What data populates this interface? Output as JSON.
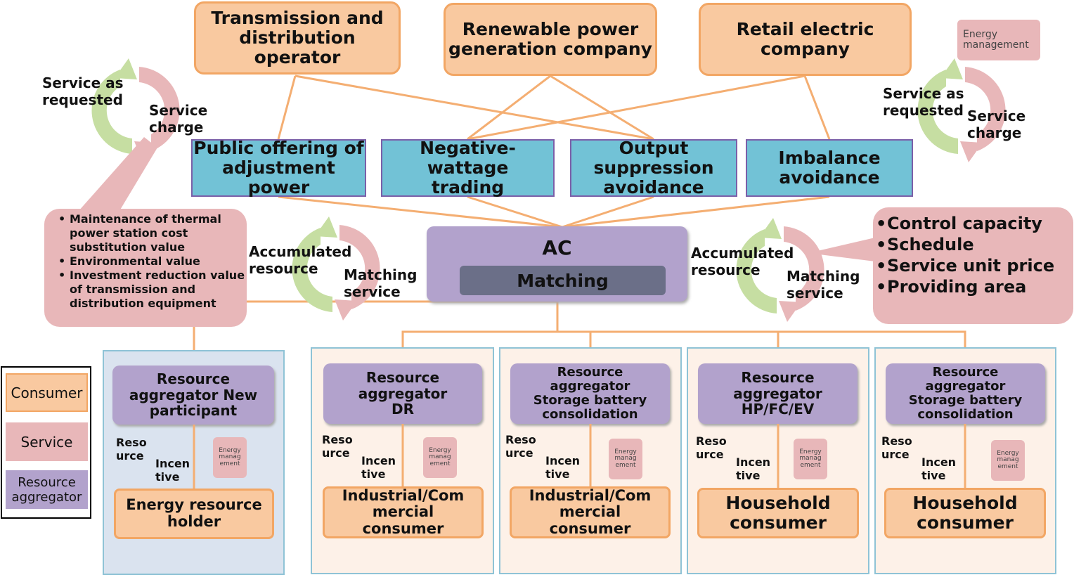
{
  "stakeholders": [
    "Transmission and distribution operator",
    "Renewable power generation company",
    "Retail electric company"
  ],
  "energy_management_tag": "Energy management",
  "services": [
    "Public offering of adjustment power",
    "Negative-wattage trading",
    "Output suppression avoidance",
    "Imbalance avoidance"
  ],
  "left_cycle": {
    "outer": "Service as requested",
    "inner": "Service charge"
  },
  "right_cycle": {
    "outer": "Service as requested",
    "inner": "Service charge"
  },
  "ac": {
    "title": "AC",
    "matching": "Matching"
  },
  "mid_cycle_left": {
    "outer": "Accumulated resource",
    "inner": "Matching service"
  },
  "mid_cycle_right": {
    "outer": "Accumulated resource",
    "inner": "Matching service"
  },
  "value_callout": [
    "Maintenance of thermal power station cost substitution value",
    "Environmental value",
    "Investment reduction value of transmission and distribution equipment"
  ],
  "capacity_callout": [
    "Control capacity",
    "Schedule",
    "Service unit price",
    "Providing area"
  ],
  "legend": {
    "consumer": "Consumer",
    "service": "Service",
    "aggregator": "Resource aggregator"
  },
  "panels": [
    {
      "aggregator": "Resource aggregator New participant",
      "consumer": "Energy resource holder",
      "resource": "Reso urce",
      "incentive": "Incen tive",
      "em": "Energy manag ement"
    },
    {
      "aggregator": "Resource aggregator DR",
      "consumer": "Industrial/Com mercial consumer",
      "resource": "Reso urce",
      "incentive": "Incen tive",
      "em": "Energy manag ement"
    },
    {
      "aggregator": "Resource aggregator Storage battery consolidation",
      "consumer": "Industrial/Com mercial consumer",
      "resource": "Reso urce",
      "incentive": "Incen tive",
      "em": "Energy manag ement"
    },
    {
      "aggregator": "Resource aggregator HP/FC/EV",
      "consumer": "Household consumer",
      "resource": "Reso urce",
      "incentive": "Incen tive",
      "em": "Energy manag ement"
    },
    {
      "aggregator": "Resource aggregator Storage battery consolidation",
      "consumer": "Household consumer",
      "resource": "Reso urce",
      "incentive": "Incen tive",
      "em": "Energy manag ement"
    }
  ],
  "colors": {
    "consumer_fill": "#f9c9a0",
    "consumer_border": "#f2a664",
    "service_fill": "#72c2d6",
    "aggregator_fill": "#b2a2cc",
    "pink": "#e8b7b9",
    "green_arrow": "#c6dea2",
    "line": "#f4ae72"
  }
}
